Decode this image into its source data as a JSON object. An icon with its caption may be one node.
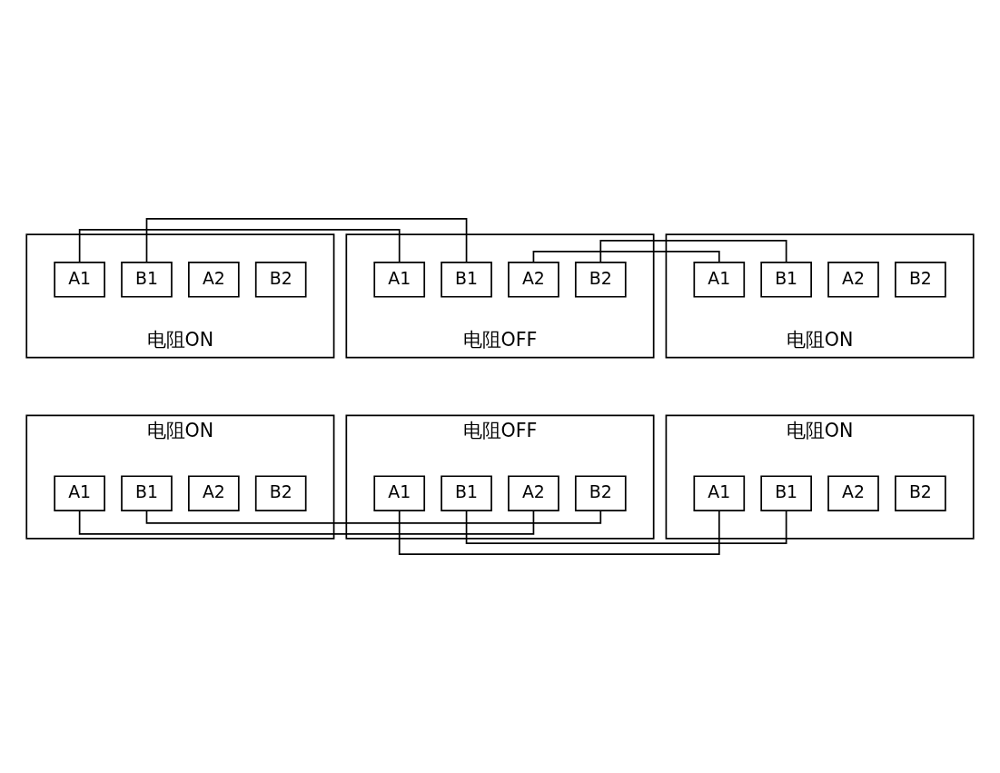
{
  "diagram": {
    "nodes": [
      {
        "text": [
          "电阻ON"
        ]
      },
      {
        "text": [
          "A1"
        ],
        "in": 0
      },
      {
        "text": [
          "B1"
        ],
        "in": 0
      },
      {
        "text": [
          "A2"
        ],
        "in": 0
      },
      {
        "text": [
          "B2"
        ],
        "in": 0
      },
      {
        "text": [
          "电阻OFF"
        ]
      },
      {
        "text": [
          "A1"
        ],
        "in": 5
      },
      {
        "text": [
          "B1"
        ],
        "in": 5
      },
      {
        "text": [
          "A2"
        ],
        "in": 5
      },
      {
        "text": [
          "B2"
        ],
        "in": 5
      },
      {
        "text": [
          "电阻ON"
        ]
      },
      {
        "text": [
          "A1"
        ],
        "in": 10
      },
      {
        "text": [
          "B1"
        ],
        "in": 10
      },
      {
        "text": [
          "A2"
        ],
        "in": 10
      },
      {
        "text": [
          "B2"
        ],
        "in": 10
      },
      {
        "text": [
          "电阻ON"
        ]
      },
      {
        "text": [
          "A1"
        ],
        "in": 15
      },
      {
        "text": [
          "B1"
        ],
        "in": 15
      },
      {
        "text": [
          "A2"
        ],
        "in": 15
      },
      {
        "text": [
          "B2"
        ],
        "in": 15
      },
      {
        "text": [
          "电阻OFF"
        ]
      },
      {
        "text": [
          "A1"
        ],
        "in": 20
      },
      {
        "text": [
          "B1"
        ],
        "in": 20
      },
      {
        "text": [
          "A2"
        ],
        "in": 20
      },
      {
        "text": [
          "B2"
        ],
        "in": 20
      },
      {
        "text": [
          "电阻ON"
        ]
      },
      {
        "text": [
          "A1"
        ],
        "in": 25
      },
      {
        "text": [
          "B1"
        ],
        "in": 25
      },
      {
        "text": [
          "A2"
        ],
        "in": 25
      },
      {
        "text": [
          "B2"
        ],
        "in": 25
      }
    ],
    "edges": [
      {
        "from": 1,
        "to": 6,
        "arrow": "none"
      },
      {
        "from": 2,
        "to": 7,
        "arrow": "none"
      },
      {
        "from": 8,
        "to": 11,
        "arrow": "none"
      },
      {
        "from": 9,
        "to": 12,
        "arrow": "none"
      },
      {
        "from": 16,
        "to": 23,
        "arrow": "none"
      },
      {
        "from": 17,
        "to": 24,
        "arrow": "none"
      },
      {
        "from": 21,
        "to": 26,
        "arrow": "none"
      },
      {
        "from": 22,
        "to": 27,
        "arrow": "none"
      }
    ]
  }
}
